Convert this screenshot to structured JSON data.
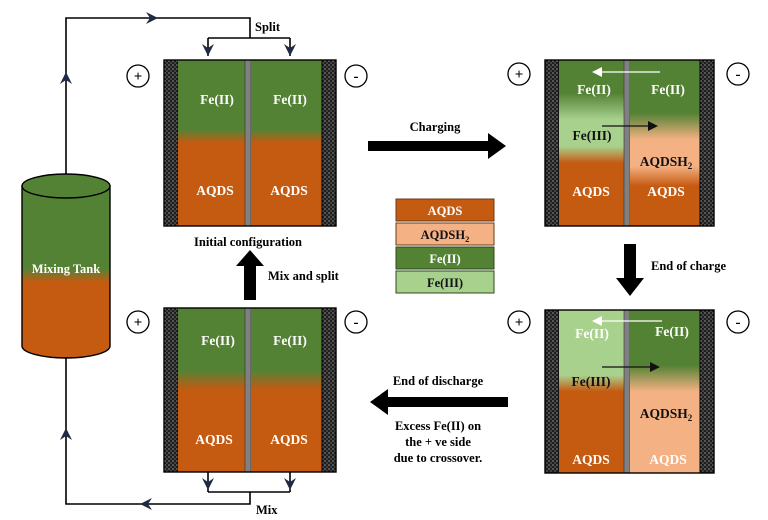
{
  "labels": {
    "split": "Split",
    "mix": "Mix",
    "charging": "Charging",
    "end_of_charge": "End of charge",
    "end_of_discharge": "End of discharge",
    "crossover_note": [
      "Excess Fe(II) on",
      "the + ve side",
      "due to crossover."
    ],
    "initial_configuration": "Initial configuration",
    "mix_and_split": "Mix and split",
    "mixing_tank": "Mixing Tank",
    "plus": "+",
    "minus": "-"
  },
  "species": {
    "fe2": "Fe(II)",
    "fe3": "Fe(III)",
    "aqds": "AQDS",
    "aqdsh2_base": "AQDSH",
    "aqdsh2_sub": "2"
  },
  "legend": [
    {
      "key": "aqds",
      "label": "AQDS",
      "color": "#c55a11"
    },
    {
      "key": "aqdsh2",
      "label_base": "AQDSH",
      "label_sub": "2",
      "color": "#f4b183"
    },
    {
      "key": "fe2",
      "label": "Fe(II)",
      "color": "#548235"
    },
    {
      "key": "fe3",
      "label": "Fe(III)",
      "color": "#a9d18e"
    }
  ],
  "colors": {
    "aqds": "#c55a11",
    "aqdsh2": "#f4b183",
    "fe2": "#548235",
    "fe3": "#a9d18e",
    "electrode": "#2b2b2b",
    "membrane": "#808080",
    "arrow": "#000000",
    "flow_arrowhead": "#1f2a44"
  }
}
